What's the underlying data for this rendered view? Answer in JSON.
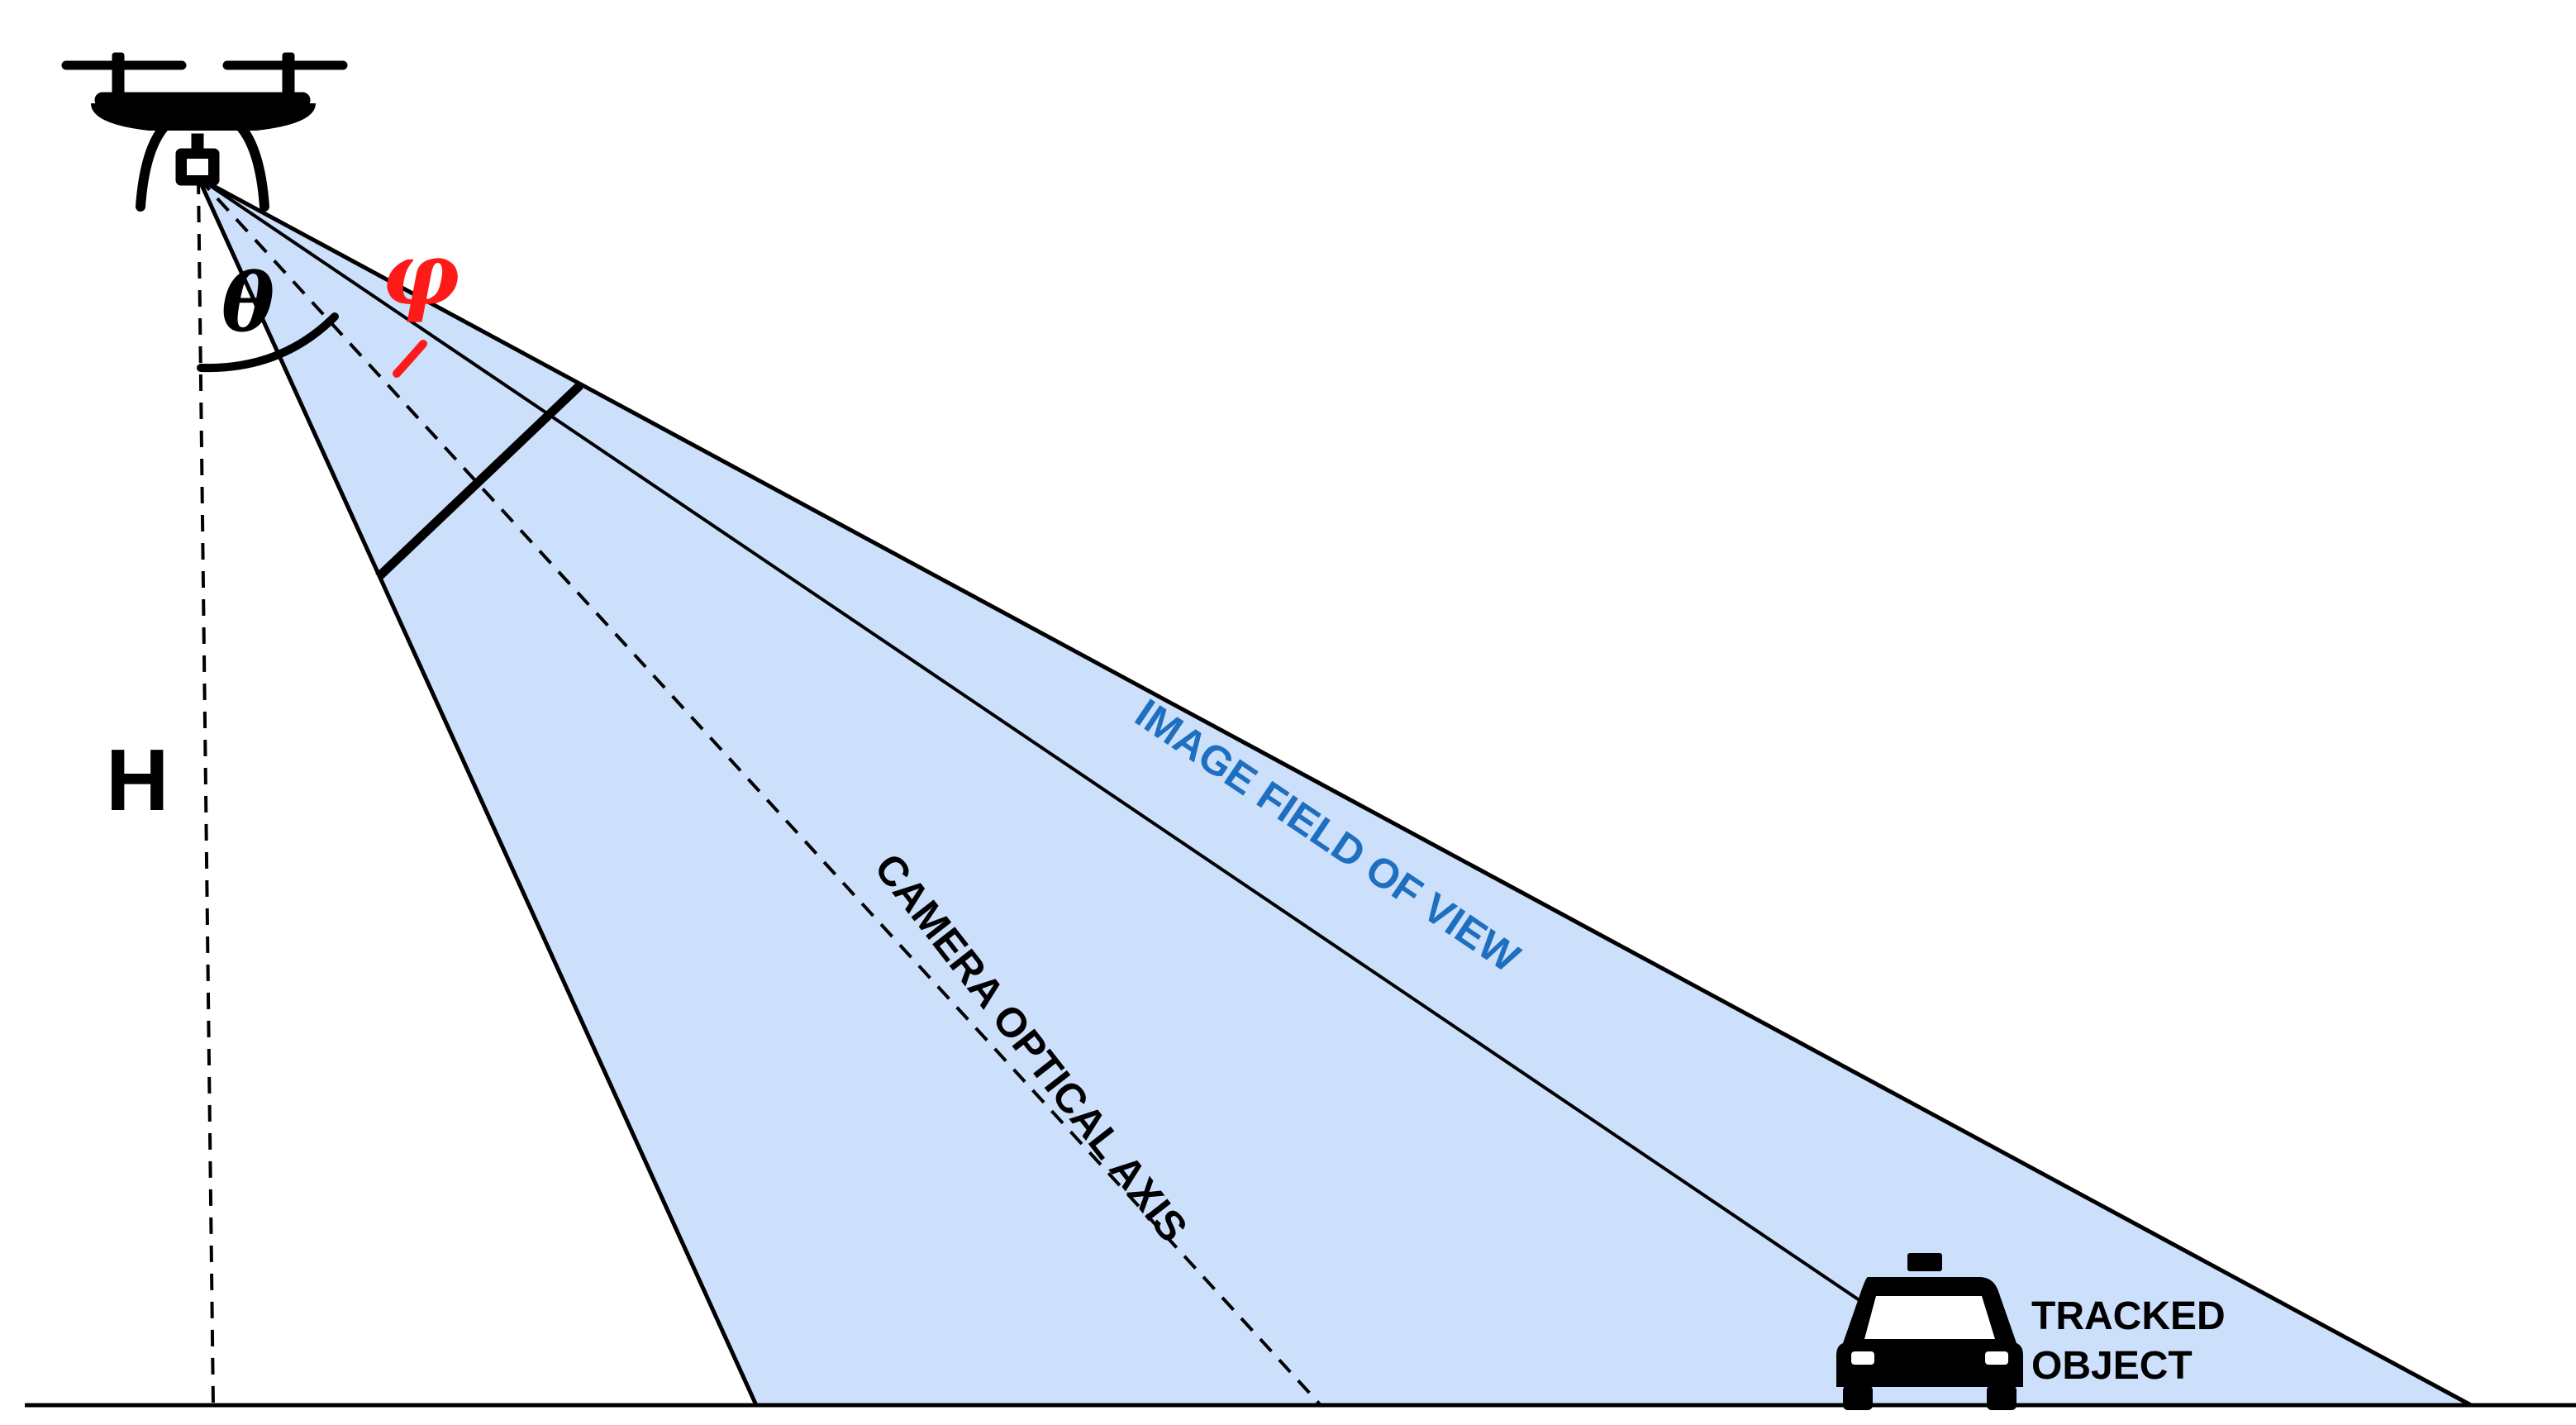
{
  "labels": {
    "height": "H",
    "tilt_angle": "θ",
    "offset_angle": "φ",
    "field_of_view": "IMAGE FIELD OF VIEW",
    "optical_axis": "CAMERA OPTICAL AXIS",
    "tracked_object_line1": "TRACKED",
    "tracked_object_line2": "OBJECT"
  },
  "icons": {
    "drone": "drone-icon",
    "vehicle": "taxi-icon"
  },
  "colors": {
    "field_of_view_fill": "#cce0fb",
    "field_of_view_text": "#1f6fc0",
    "offset_angle": "#ff1a1a",
    "lines": "#000000"
  }
}
